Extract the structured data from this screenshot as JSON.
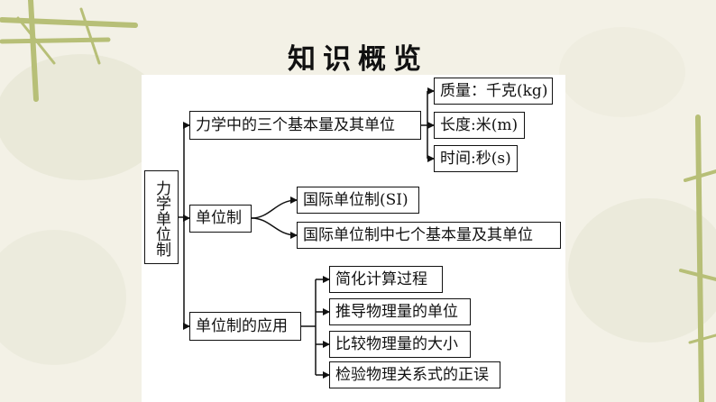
{
  "title": "知识概览",
  "root": {
    "label": "力学单位制"
  },
  "branches": [
    {
      "label": "力学中的三个基本量及其单位",
      "children": [
        "质量：千克(kg)",
        "长度:米(m)",
        "时间:秒(s)"
      ]
    },
    {
      "label": "单位制",
      "children": [
        "国际单位制(SI)",
        "国际单位制中七个基本量及其单位"
      ]
    },
    {
      "label": "单位制的应用",
      "children": [
        "简化计算过程",
        "推导物理量的单位",
        "比较物理量的大小",
        "检验物理关系式的正误"
      ]
    }
  ],
  "colors": {
    "line": "#111111",
    "background": "#f3f1e6",
    "panel": "#ffffff",
    "decor": "#b7bf77"
  }
}
